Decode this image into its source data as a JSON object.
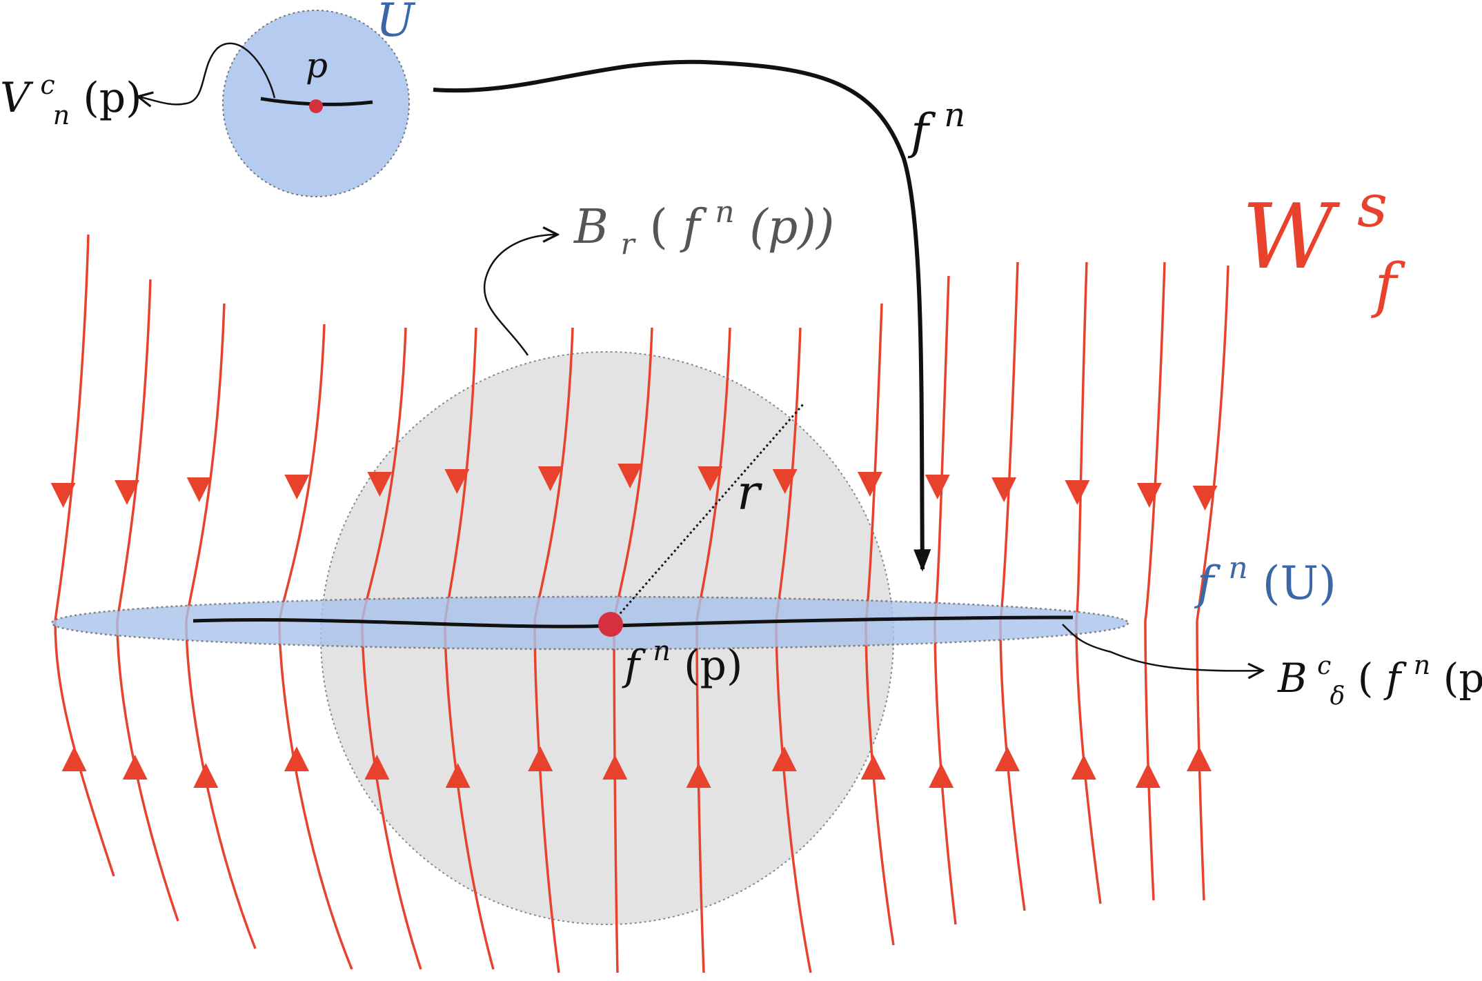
{
  "colors": {
    "leaf": "#e8412c",
    "small_disk_fill": "#b5cbef",
    "thin_disk_fill": "#a9c3ec",
    "ball_fill": "#e3e3e3",
    "curve": "#111111",
    "point": "#d6303f",
    "blue_text": "#3a67a8",
    "red_text": "#e8412c",
    "gray_text": "#555555"
  },
  "labels": {
    "U": {
      "main": "U"
    },
    "p": {
      "main": "p"
    },
    "Vnc": {
      "main": "V",
      "sup": "c",
      "sub": "n",
      "arg": "(p)"
    },
    "fn_map": {
      "main": "f",
      "sup": "n"
    },
    "Br": {
      "main": "B",
      "sub": "r",
      "arg_open": "(",
      "f": "f",
      "sup": "n",
      "arg_close": "(p))"
    },
    "r": {
      "main": "r"
    },
    "Ws": {
      "main": "W",
      "sup": "s",
      "sub": "f"
    },
    "fnU": {
      "f": "f",
      "sup": "n",
      "arg": "(U)"
    },
    "fnp": {
      "f": "f",
      "sup": "n",
      "arg": "(p)"
    },
    "Bdc": {
      "main": "B",
      "sup": "c",
      "sub": "δ",
      "arg_open": "(",
      "f": "f",
      "sup2": "n",
      "arg_close": "(p))"
    }
  },
  "icons": {
    "leaf_arrow": "triangle-arrowhead-icon",
    "pointer_arrow": "open-arrowhead-icon"
  }
}
